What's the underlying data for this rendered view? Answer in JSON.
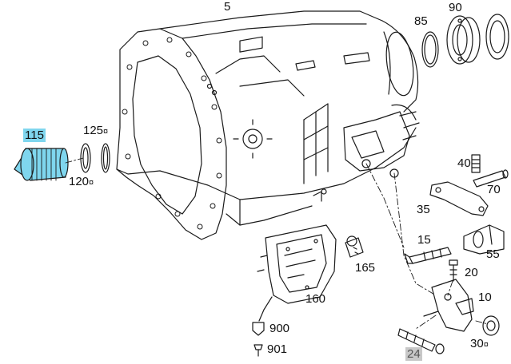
{
  "diagram": {
    "selected_part": "115",
    "highlight_color": "#7fd6ee",
    "secondary_highlight_color": "#c8c8c8",
    "labels": {
      "p5": "5",
      "p85": "85",
      "p90": "90",
      "p115": "115",
      "p125": "125",
      "p120": "120",
      "p40": "40",
      "p70": "70",
      "p35": "35",
      "p15": "15",
      "p55": "55",
      "p20": "20",
      "p165": "165",
      "p160": "160",
      "p10": "10",
      "p900": "900",
      "p901": "901",
      "p30": "30",
      "p24": "24"
    },
    "symbol": "¤"
  }
}
